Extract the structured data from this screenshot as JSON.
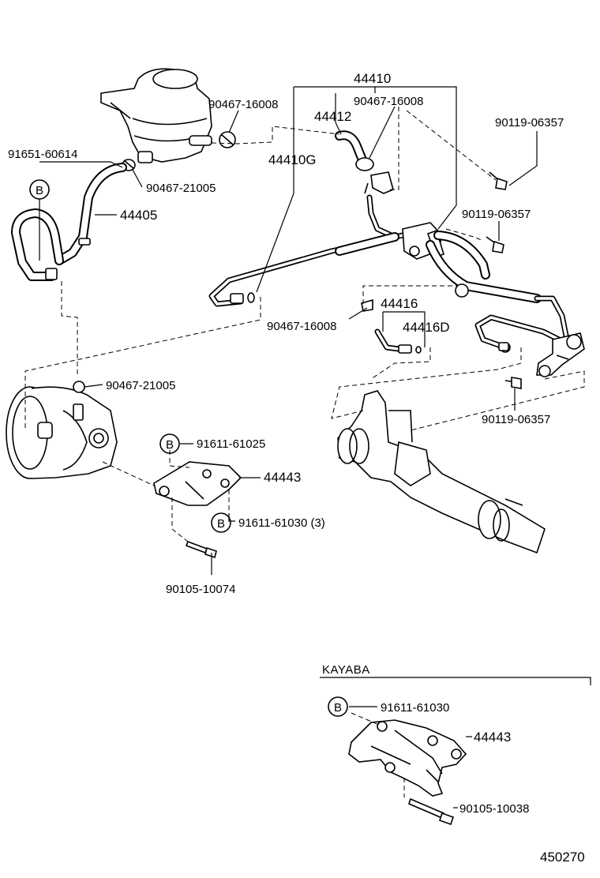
{
  "labels": {
    "p44410": "44410",
    "p90467_16008_a": "90467-16008",
    "p90467_16008_b": "90467-16008",
    "p44412": "44412",
    "p90119_06357_a": "90119-06357",
    "p91651_60614": "91651-60614",
    "p44410G": "44410G",
    "p90467_21005_a": "90467-21005",
    "p44405": "44405",
    "p90119_06357_b": "90119-06357",
    "p44416": "44416",
    "p90467_16008_c": "90467-16008",
    "p44416D": "44416D",
    "p90467_21005_b": "90467-21005",
    "p90119_06357_c": "90119-06357",
    "p91611_61025": "91611-61025",
    "p44443_a": "44443",
    "p91611_61030_3": "91611-61030 (3)",
    "p90105_10074": "90105-10074",
    "p91611_61030": "91611-61030",
    "p44443_b": "44443",
    "p90105_10038": "90105-10038"
  },
  "markers": {
    "b": "B"
  },
  "sections": {
    "kayaba": "KAYABA"
  },
  "figure_number": "450270"
}
